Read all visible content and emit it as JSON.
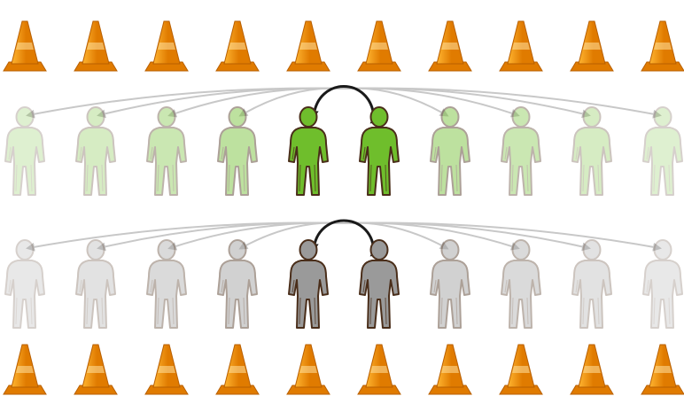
{
  "colors": {
    "cone_dark": "#e07b00",
    "cone_light": "#ffb531",
    "cone_stripe": "#ffe1a0",
    "person_green": "#6fbe2c",
    "person_gray": "#9a9a9a",
    "outline": "#4a2e1a",
    "arrow_strong": "#1a1a1a",
    "arrow_faint": "#c8c8c8"
  },
  "rows": [
    {
      "id": "green-row",
      "color_key": "person_green",
      "person_count": 10,
      "highlighted_pair": [
        4,
        5
      ],
      "faded_opacity": [
        0.22,
        0.28,
        0.36,
        0.45,
        1,
        1,
        0.45,
        0.36,
        0.28,
        0.22
      ]
    },
    {
      "id": "gray-row",
      "color_key": "person_gray",
      "person_count": 10,
      "highlighted_pair": [
        4,
        5
      ],
      "faded_opacity": [
        0.22,
        0.28,
        0.36,
        0.45,
        1,
        1,
        0.45,
        0.36,
        0.28,
        0.22
      ]
    }
  ],
  "cone_rows": [
    {
      "id": "top-cones",
      "count": 10
    },
    {
      "id": "bottom-cones",
      "count": 10
    }
  ],
  "icons": {
    "cone": "traffic-cone-icon",
    "person": "person-icon",
    "swap_arrow": "double-arrow-icon",
    "spread_arrow": "arrow-icon"
  }
}
